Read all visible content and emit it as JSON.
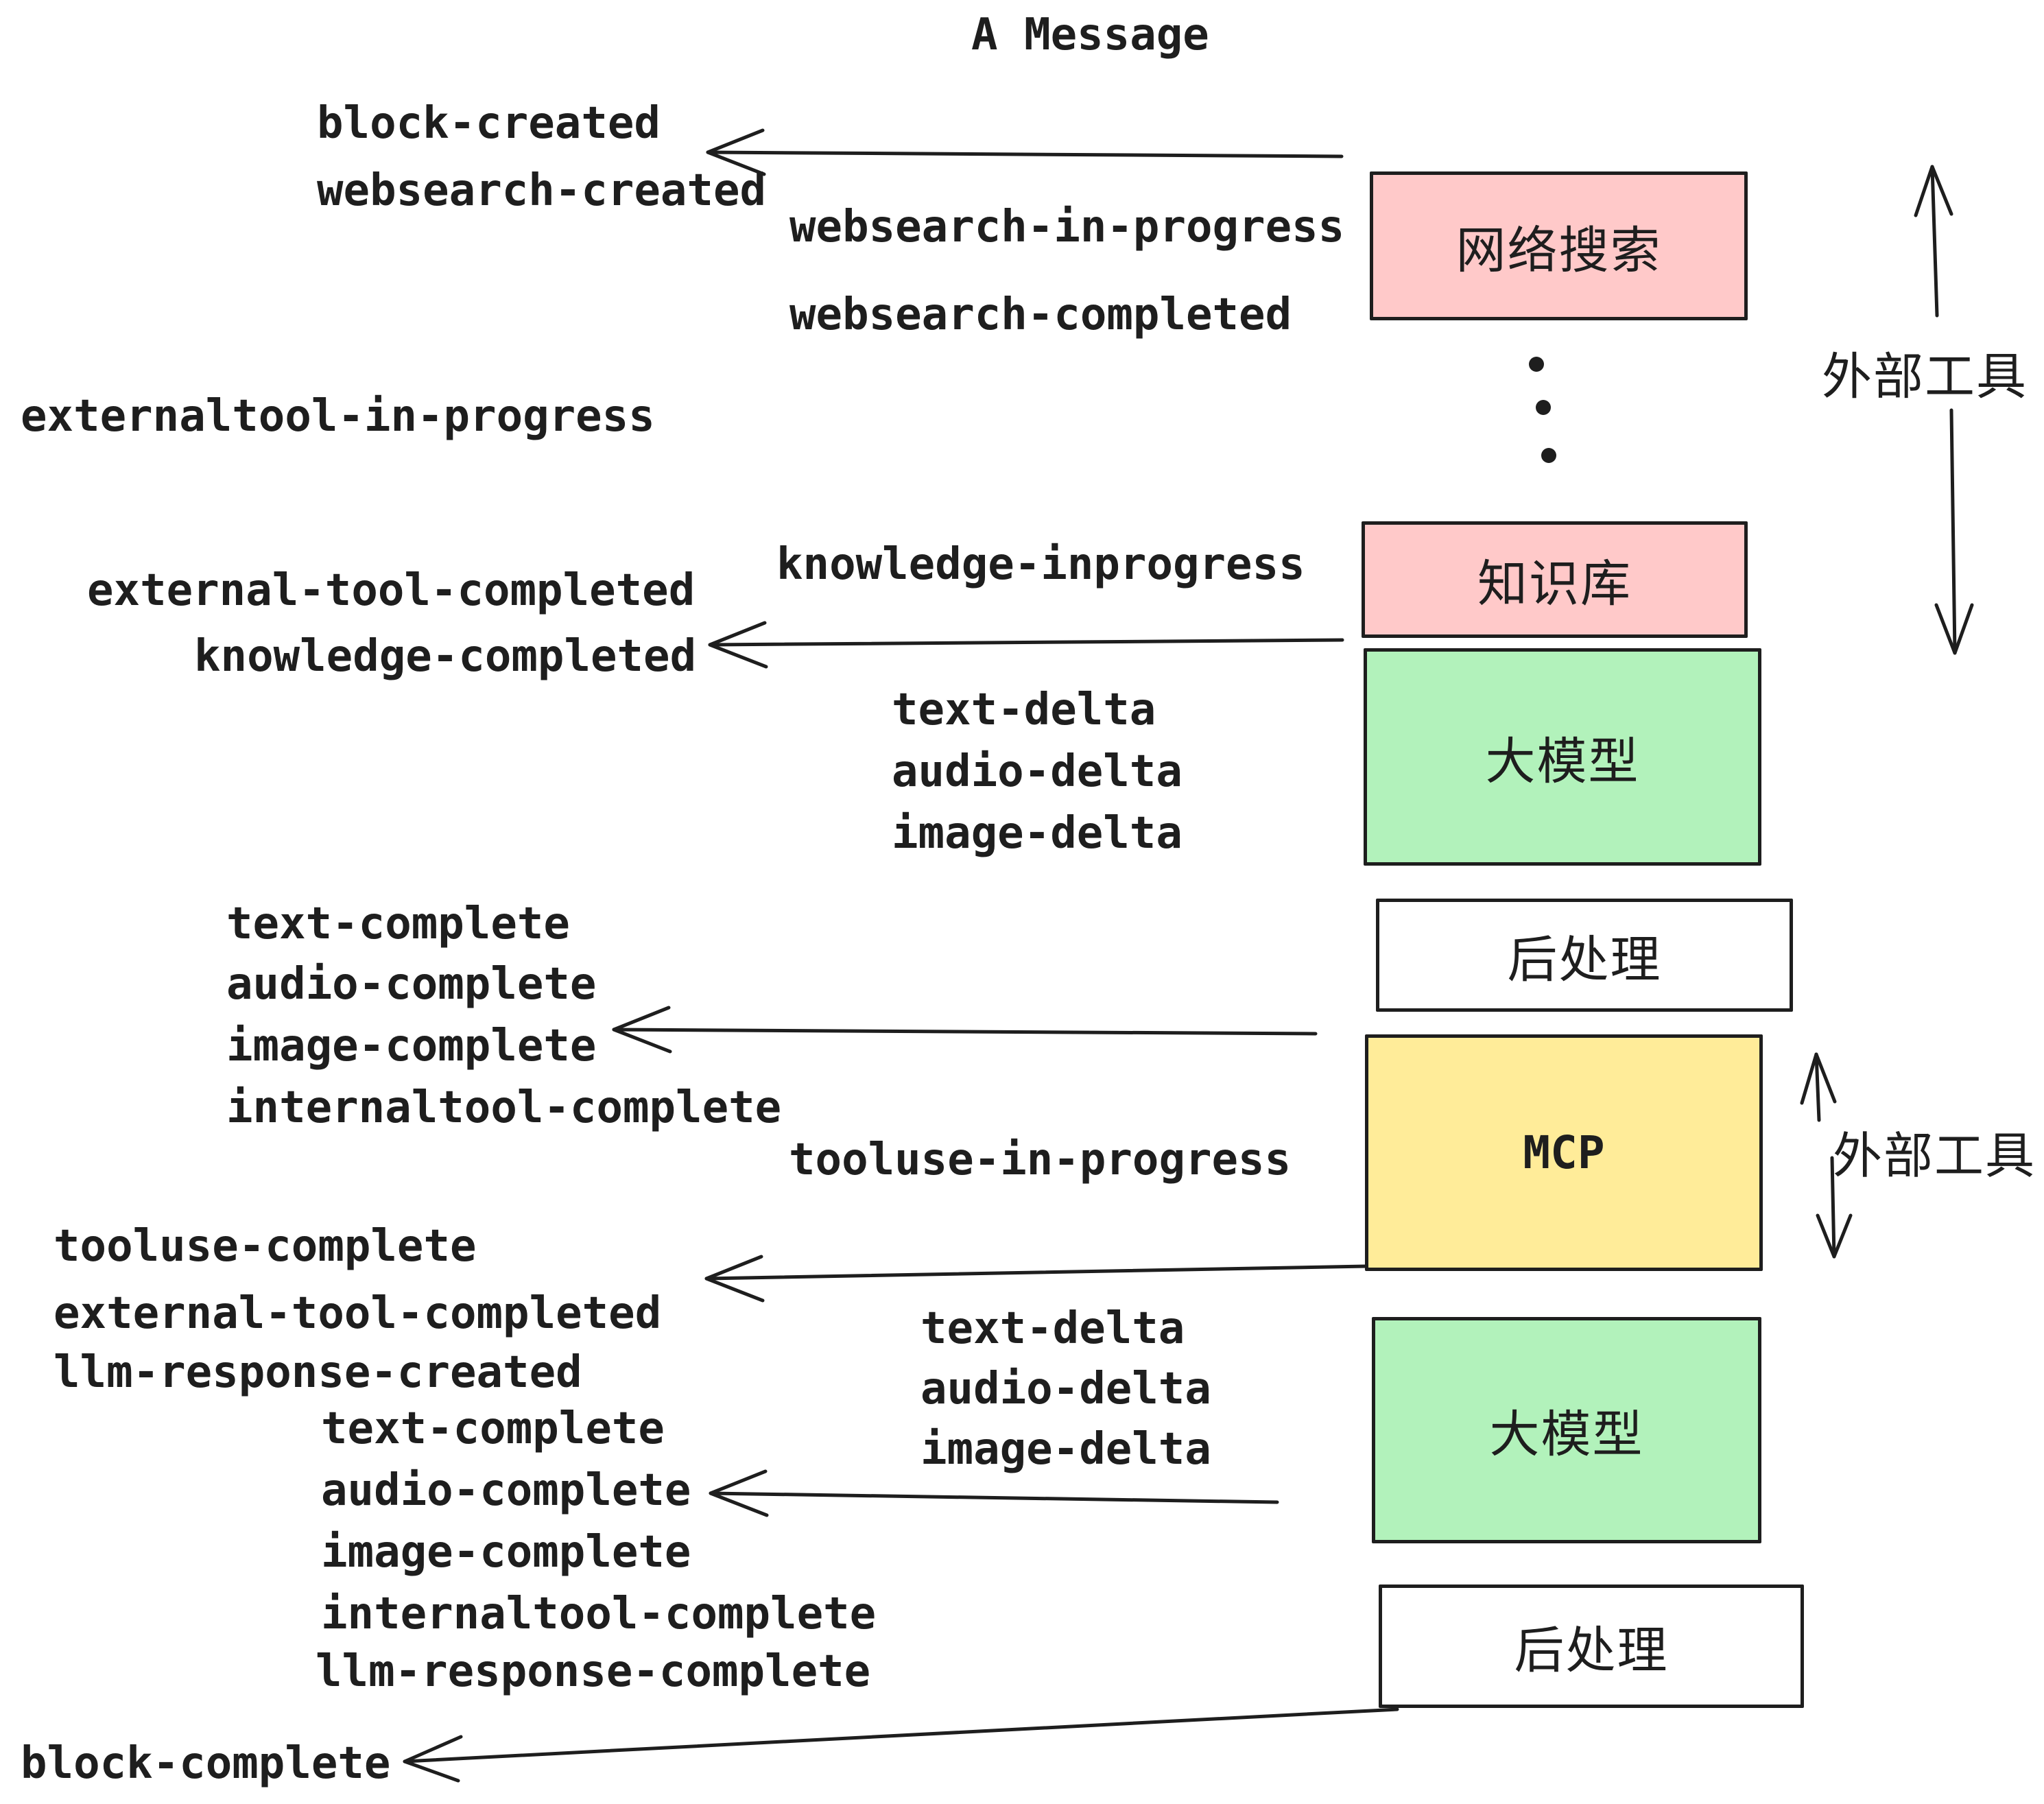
{
  "title": "A Message",
  "colors": {
    "stroke": "#1e1e1e",
    "pink": "#ffc9c9",
    "green": "#b2f2bb",
    "yellow": "#ffec99",
    "white": "#ffffff",
    "background": "#ffffff"
  },
  "boxes": [
    {
      "id": "websearch",
      "label": "网络搜索",
      "color": "#ffc9c9"
    },
    {
      "id": "knowledge",
      "label": "知识库",
      "color": "#ffc9c9"
    },
    {
      "id": "llm-1",
      "label": "大模型",
      "color": "#b2f2bb"
    },
    {
      "id": "post-1",
      "label": "后处理",
      "color": "#ffffff"
    },
    {
      "id": "mcp",
      "label": "MCP",
      "color": "#ffec99"
    },
    {
      "id": "llm-2",
      "label": "大模型",
      "color": "#b2f2bb"
    },
    {
      "id": "post-2",
      "label": "后处理",
      "color": "#ffffff"
    }
  ],
  "side_labels": [
    "外部工具",
    "外部工具"
  ],
  "events": [
    "block-created",
    "websearch-created",
    "websearch-in-progress",
    "websearch-completed",
    "externaltool-in-progress",
    "knowledge-inprogress",
    "external-tool-completed",
    "knowledge-completed",
    "text-delta",
    "audio-delta",
    "image-delta",
    "text-complete",
    "audio-complete",
    "image-complete",
    "internaltool-complete",
    "tooluse-in-progress",
    "tooluse-complete",
    "external-tool-completed",
    "llm-response-created",
    "text-delta",
    "audio-delta",
    "image-delta",
    "text-complete",
    "audio-complete",
    "image-complete",
    "internaltool-complete",
    "llm-response-complete",
    "block-complete"
  ]
}
